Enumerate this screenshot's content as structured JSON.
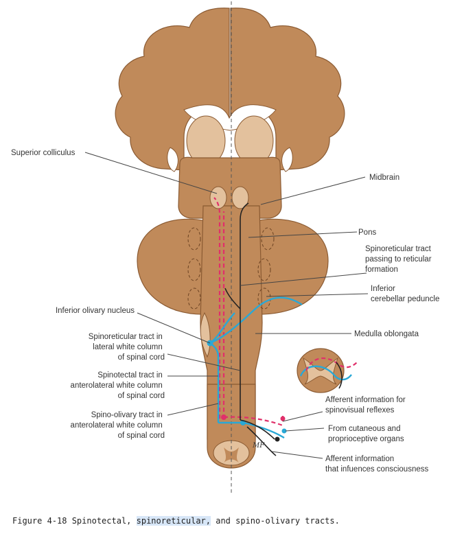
{
  "labels": {
    "superior_colliculus": "Superior colliculus",
    "midbrain": "Midbrain",
    "pons": "Pons",
    "spinoreticular_reticular": [
      "Spinoreticular tract",
      "passing to reticular",
      "formation"
    ],
    "inferior_cerebellar_peduncle": [
      "Inferior",
      "cerebellar peduncle"
    ],
    "inferior_olivary_nucleus": "Inferior olivary nucleus",
    "medulla_oblongata": "Medulla oblongata",
    "spinoreticular_lateral": [
      "Spinoreticular tract in",
      "lateral white column",
      "of spinal cord"
    ],
    "spinotectal_anterolateral": [
      "Spinotectal tract in",
      "anterolateral white column",
      "of spinal cord"
    ],
    "spinoolivary_anterolateral": [
      "Spino-olivary tract in",
      "anterolateral white column",
      "of spinal cord"
    ],
    "afferent_spinovisual": [
      "Afferent information for",
      "spinovisual reflexes"
    ],
    "from_cutaneous": [
      "From cutaneous and",
      "proprioceptive organs"
    ],
    "afferent_consciousness": [
      "Afferent information",
      "that infuences consciousness"
    ]
  },
  "artist_mark": "MF",
  "caption": {
    "prefix": "Figure 4-18 Spinotectal, ",
    "highlight": "spinoreticular,",
    "suffix": " and spino-olivary tracts."
  },
  "colors": {
    "tissue": "#c08a5a",
    "tissue_pale": "#e3c19d",
    "spinotectal": "#e0306a",
    "spino_olivary": "#29a8d6",
    "spinoreticular": "#222222",
    "caption_highlight": "#d7e6f7"
  }
}
